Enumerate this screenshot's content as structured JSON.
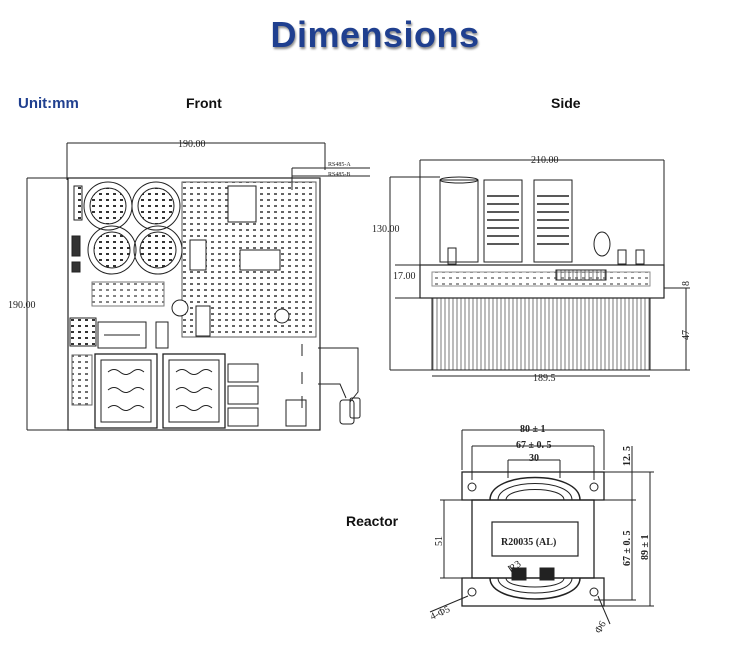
{
  "header": {
    "title": "Dimensions",
    "unit": "Unit:mm"
  },
  "views": {
    "front": "Front",
    "side": "Side",
    "reactor": "Reactor"
  },
  "front_dims": {
    "width": "190.00",
    "height": "190.00",
    "rs485_a": "RS485-A",
    "rs485_b": "RS485-B"
  },
  "side_dims": {
    "width": "210.00",
    "height": "130.00",
    "base": "17.00",
    "fin_width": "189.5",
    "thickness": "8",
    "fin_height": "47"
  },
  "reactor_dims": {
    "outer_width": "80 ± 1",
    "inner_width": "67 ± 0. 5",
    "core_width": "30",
    "top": "12. 5",
    "height_inner": "67 ± 0. 5",
    "height_outer": "89 ± 1",
    "height_left": "51",
    "radius": "R3",
    "hole_left": "4-Φ5",
    "hole_right": "Φ6",
    "label": "R20035 (AL)"
  },
  "colors": {
    "title": "#1f3f8f",
    "line": "#222222"
  }
}
